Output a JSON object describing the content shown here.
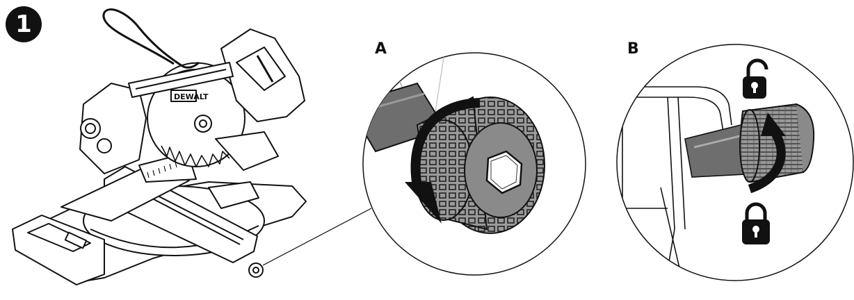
{
  "step_number": "1",
  "panels": [
    {
      "label": "A"
    },
    {
      "label": "B"
    }
  ],
  "icons": {
    "unlock": "unlocked-padlock-icon",
    "lock": "locked-padlock-icon",
    "rotate_down": "rotate-arrow-icon",
    "rotate_up": "rotate-arrow-icon"
  },
  "colors": {
    "ink": "#111111",
    "knob_gray": "#8a8a8a",
    "shaft_gray": "#6e6e6e"
  }
}
